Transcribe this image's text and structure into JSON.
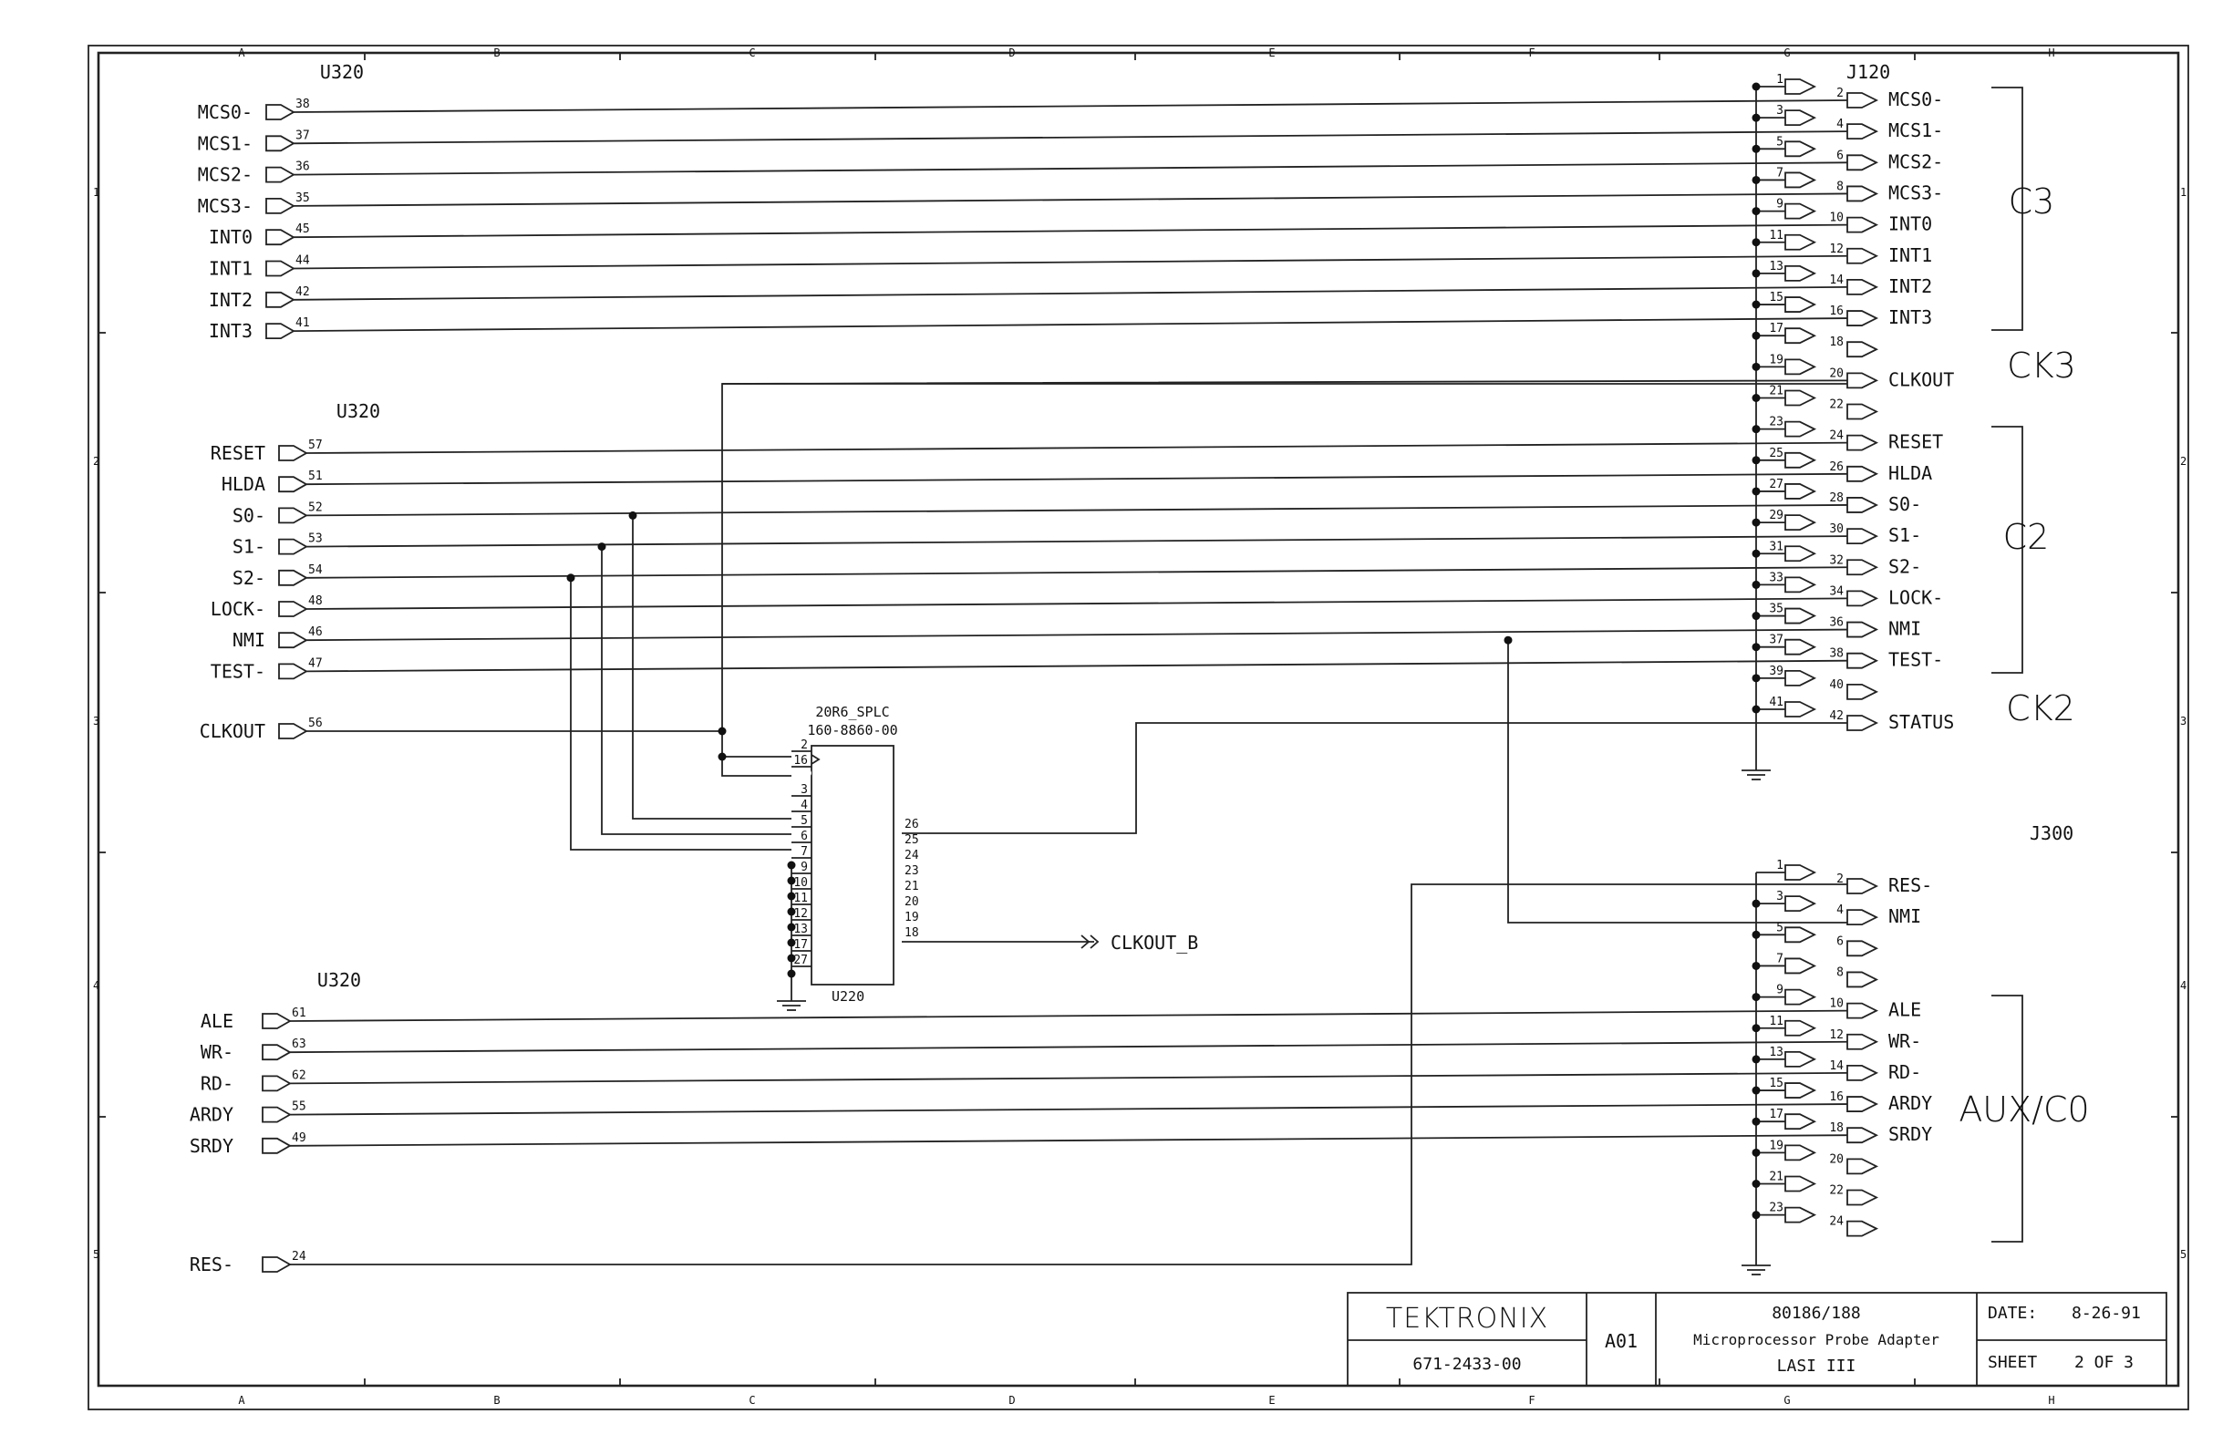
{
  "grid": {
    "columns": [
      "A",
      "B",
      "C",
      "D",
      "E",
      "F",
      "G",
      "H"
    ],
    "rows": [
      "1",
      "2",
      "3",
      "4",
      "5"
    ]
  },
  "left": {
    "group1": {
      "ref": "U320",
      "signals": [
        {
          "name": "MCS0-",
          "pin": "38"
        },
        {
          "name": "MCS1-",
          "pin": "37"
        },
        {
          "name": "MCS2-",
          "pin": "36"
        },
        {
          "name": "MCS3-",
          "pin": "35"
        },
        {
          "name": "INT0",
          "pin": "45"
        },
        {
          "name": "INT1",
          "pin": "44"
        },
        {
          "name": "INT2",
          "pin": "42"
        },
        {
          "name": "INT3",
          "pin": "41"
        }
      ]
    },
    "group2": {
      "ref": "U320",
      "signals": [
        {
          "name": "RESET",
          "pin": "57"
        },
        {
          "name": "HLDA",
          "pin": "51"
        },
        {
          "name": "S0-",
          "pin": "52"
        },
        {
          "name": "S1-",
          "pin": "53"
        },
        {
          "name": "S2-",
          "pin": "54"
        },
        {
          "name": "LOCK-",
          "pin": "48"
        },
        {
          "name": "NMI",
          "pin": "46"
        },
        {
          "name": "TEST-",
          "pin": "47"
        }
      ],
      "clkout": {
        "name": "CLKOUT",
        "pin": "56"
      }
    },
    "group3": {
      "ref": "U320",
      "signals": [
        {
          "name": "ALE",
          "pin": "61"
        },
        {
          "name": "WR-",
          "pin": "63"
        },
        {
          "name": "RD-",
          "pin": "62"
        },
        {
          "name": "ARDY",
          "pin": "55"
        },
        {
          "name": "SRDY",
          "pin": "49"
        }
      ],
      "res": {
        "name": "RES-",
        "pin": "24"
      }
    }
  },
  "pal": {
    "type": "20R6_SPLC",
    "part": "160-8860-00",
    "ref": "U220",
    "left_pins": [
      "2",
      "16",
      "3",
      "4",
      "5",
      "6",
      "7",
      "9",
      "10",
      "11",
      "12",
      "13",
      "17",
      "27"
    ],
    "right_pins": [
      "26",
      "25",
      "24",
      "23",
      "21",
      "20",
      "19",
      "18"
    ],
    "output_label": "CLKOUT_B"
  },
  "j120": {
    "ref": "J120",
    "odd_pins": [
      "1",
      "3",
      "5",
      "7",
      "9",
      "11",
      "13",
      "15",
      "17",
      "19",
      "21",
      "23",
      "25",
      "27",
      "29",
      "31",
      "33",
      "35",
      "37",
      "39",
      "41"
    ],
    "even_pins": [
      "2",
      "4",
      "6",
      "8",
      "10",
      "12",
      "14",
      "16",
      "18",
      "20",
      "22",
      "24",
      "26",
      "28",
      "30",
      "32",
      "34",
      "36",
      "38",
      "40",
      "42"
    ],
    "labels": [
      "MCS0-",
      "MCS1-",
      "MCS2-",
      "MCS3-",
      "INT0",
      "INT1",
      "INT2",
      "INT3",
      "",
      "CLKOUT",
      "",
      "RESET",
      "HLDA",
      "S0-",
      "S1-",
      "S2-",
      "LOCK-",
      "NMI",
      "TEST-",
      "",
      "STATUS"
    ],
    "groups": {
      "c3": "C3",
      "ck3": "CK3",
      "c2": "C2",
      "ck2": "CK2"
    }
  },
  "j300": {
    "ref": "J300",
    "odd_pins": [
      "1",
      "3",
      "5",
      "7",
      "9",
      "11",
      "13",
      "15",
      "17",
      "19",
      "21",
      "23"
    ],
    "even_pins": [
      "2",
      "4",
      "6",
      "8",
      "10",
      "12",
      "14",
      "16",
      "18",
      "20",
      "22",
      "24"
    ],
    "labels": [
      "RES-",
      "NMI",
      "",
      "",
      "ALE",
      "WR-",
      "RD-",
      "ARDY",
      "SRDY",
      "",
      "",
      ""
    ],
    "group": "AUX/C0"
  },
  "title_block": {
    "company": "TEKTRONIX",
    "drawing_no": "671-2433-00",
    "rev": "A01",
    "title1": "80186/188",
    "title2": "Microprocessor Probe Adapter",
    "title3": "LASI III",
    "date_label": "DATE:",
    "date_value": "8-26-91",
    "sheet_label": "SHEET",
    "sheet_value": "2 OF 3"
  }
}
